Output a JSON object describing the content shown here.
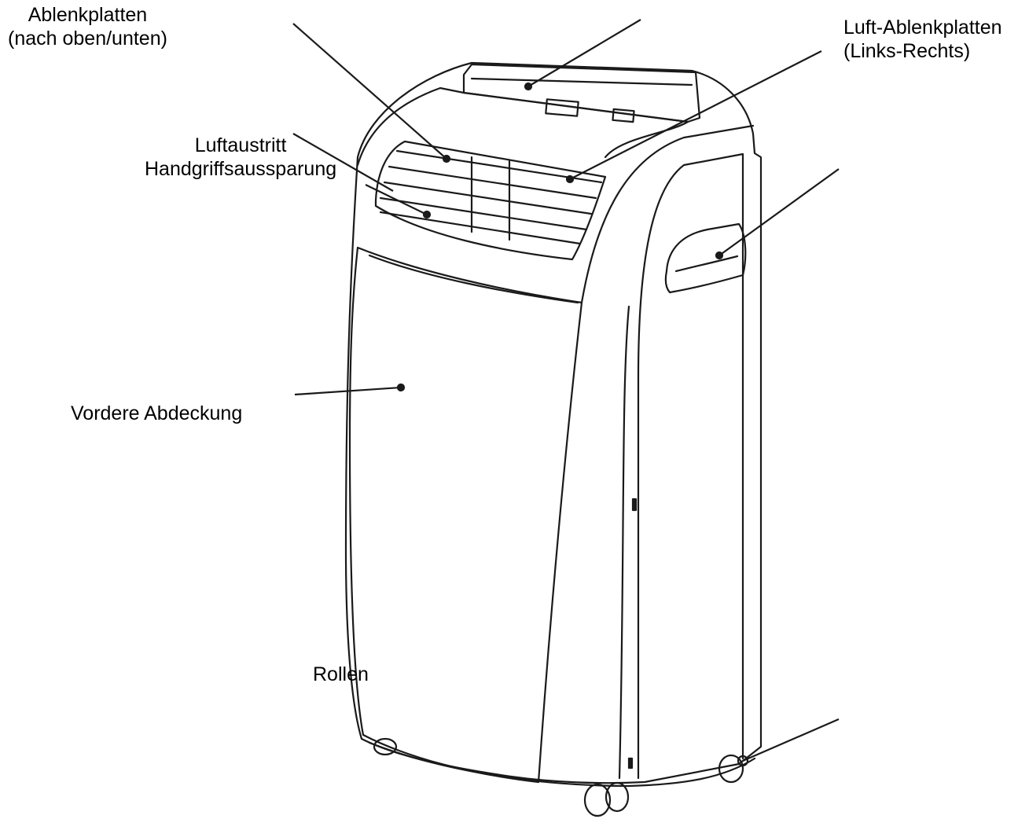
{
  "labels": {
    "ablenkplatten": {
      "line1": "Ablenkplatten",
      "line2": "(nach oben/unten)"
    },
    "luft_ablenkplatten": {
      "line1": "Luft-Ablenkplatten",
      "line2": "(Links-Rechts)"
    },
    "luftaustritt": {
      "line1": "Luftaustritt",
      "line2": "Handgriffsaussparung"
    },
    "vordere_abdeckung": "Vordere Abdeckung",
    "rollen": "Rollen"
  },
  "colors": {
    "stroke": "#1a1a1a",
    "background": "#ffffff"
  }
}
